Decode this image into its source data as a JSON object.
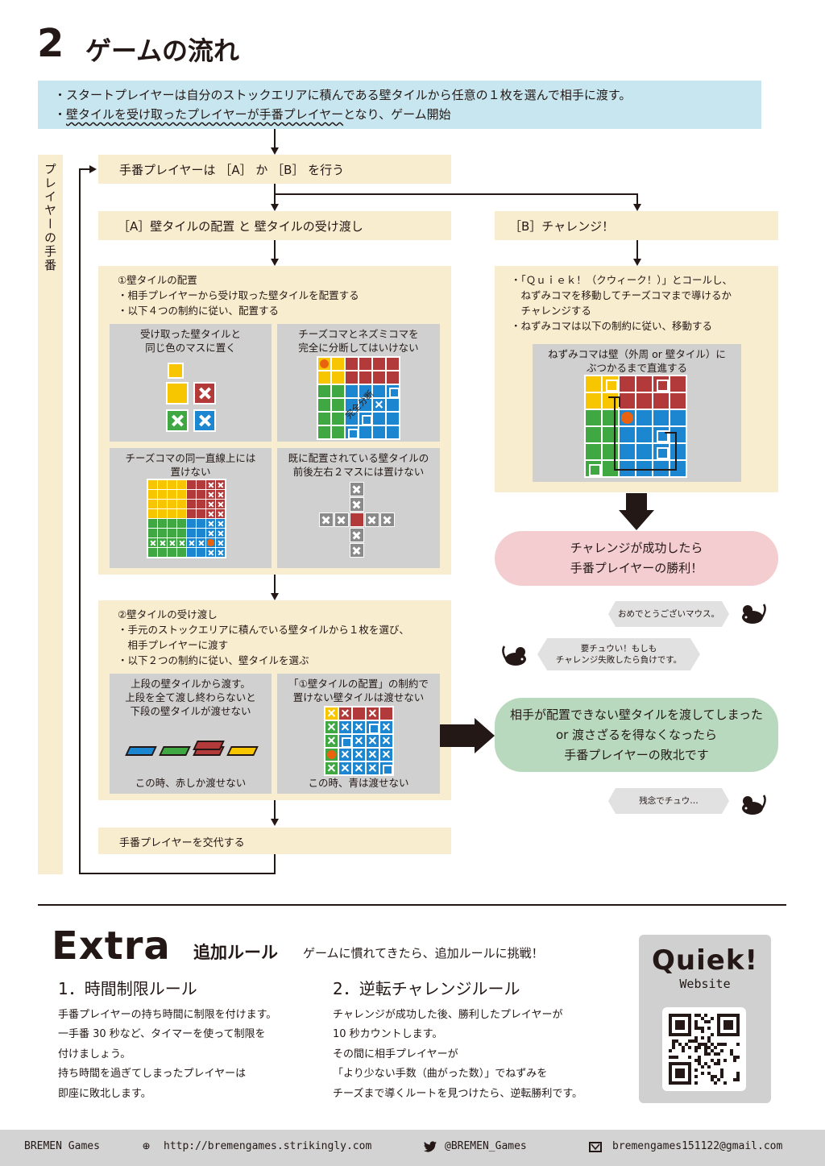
{
  "title": {
    "number": "2",
    "text": "ゲームの流れ"
  },
  "intro": [
    "・スタートプレイヤーは自分のストックエリアに積んである壁タイルから任意の１枚を選んで相手に渡す。",
    "・",
    "壁タイルを受け取ったプレイヤーが手番プレイヤー",
    "となり、ゲーム開始"
  ],
  "side_label": "プレイヤーの手番",
  "turn_box": "手番プレイヤーは ［A］ か ［B］ を行う",
  "a_title": "［A］壁タイルの配置 と 壁タイルの受け渡し",
  "b_title": "［B］チャレンジ！",
  "a1": {
    "lines": [
      "①壁タイルの配置",
      "・相手プレイヤーから受け取った壁タイルを配置する",
      "・以下４つの制約に従い、配置する"
    ],
    "panels": [
      [
        "受け取った壁タイルと",
        "同じ色のマスに置く"
      ],
      [
        "チーズコマとネズミコマを",
        "完全に分断してはいけない"
      ],
      [
        "チーズコマの同一直線上には",
        "置けない"
      ],
      [
        "既に配置されている壁タイルの",
        "前後左右２マスには置けない"
      ]
    ],
    "cut_label": "完全分断"
  },
  "a2": {
    "lines": [
      "②壁タイルの受け渡し",
      "・手元のストックエリアに積んでいる壁タイルから１枚を選び、",
      "　相手プレイヤーに渡す",
      "・以下２つの制約に従い、壁タイルを選ぶ"
    ],
    "panels": [
      [
        "上段の壁タイルから渡す。",
        "上段を全て渡し終わらないと",
        "下段の壁タイルが渡せない"
      ],
      [
        "「①壁タイルの配置」の制約で",
        "置けない壁タイルは渡せない"
      ]
    ],
    "captions": [
      "この時、赤しか渡せない",
      "この時、青は渡せない"
    ]
  },
  "swap_box": "手番プレイヤーを交代する",
  "b": {
    "lines": [
      "・「Ｑｕｉｅｋ！（クウィーク！）」とコールし、",
      "　ねずみコマを移動してチーズコマまで導けるか",
      "　チャレンジする",
      "・ねずみコマは以下の制約に従い、移動する"
    ],
    "panel": [
      "ねずみコマは壁（外周 or 壁タイル）に",
      "ぶつかるまで直進する"
    ]
  },
  "win": [
    "チャレンジが成功したら",
    "手番プレイヤーの勝利！"
  ],
  "bubbles": {
    "congrats": "おめでとうございマウス。",
    "warn": [
      "要チュウい！もしも",
      "チャレンジ失敗したら負けです。"
    ],
    "sorry": "残念でチュウ…"
  },
  "lose": [
    "相手が配置できない壁タイルを渡してしまった",
    "or 渡さざるを得なくなったら",
    "手番プレイヤーの敗北です"
  ],
  "extra": {
    "title": "Extra",
    "subtitle": "追加ルール",
    "tagline": "ゲームに慣れてきたら、追加ルールに挑戦！",
    "rules": [
      {
        "title": "1．時間制限ルール",
        "lines": [
          "手番プレイヤーの持ち時間に制限を付けます。",
          "一手番 30 秒など、タイマーを使って制限を",
          "付けましょう。",
          "持ち時間を過ぎてしまったプレイヤーは",
          "即座に敗北します。"
        ]
      },
      {
        "title": "2．逆転チャレンジルール",
        "lines": [
          "チャレンジが成功した後、勝利したプレイヤーが",
          "10 秒カウントします。",
          "その間に相手プレイヤーが",
          "「より少ない手数（曲がった数）」でねずみを",
          "チーズまで導くルートを見つけたら、逆転勝利です。"
        ]
      }
    ]
  },
  "brand": {
    "logo": "Quiek!",
    "website_label": "Website"
  },
  "footer": {
    "company": "BREMEN Games",
    "url": "http://bremengames.strikingly.com",
    "twitter": "@BREMEN_Games",
    "email": "bremengames151122@gmail.com"
  },
  "colors": {
    "yellow": "#f7c600",
    "red": "#b23a3a",
    "green": "#3fa843",
    "blue": "#1d86d0",
    "orange": "#e8620f",
    "cream": "#f8edcf",
    "sky": "#c8e6ef",
    "pink": "#f4cdd0",
    "mint": "#b9d9be"
  }
}
